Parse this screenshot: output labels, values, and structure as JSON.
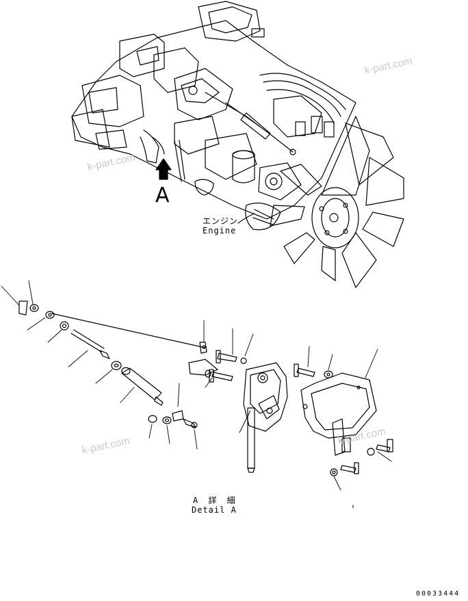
{
  "view": {
    "letter": "A"
  },
  "engine_label": {
    "japanese": "エンジン",
    "english": "Engine"
  },
  "detail_label": {
    "japanese": "A 詳 細",
    "english": "Detail A"
  },
  "drawing_number": "00033444",
  "watermark": "k-part.com",
  "colors": {
    "ink": "#000000",
    "watermark": "#c9c9c9",
    "background": "#ffffff"
  }
}
